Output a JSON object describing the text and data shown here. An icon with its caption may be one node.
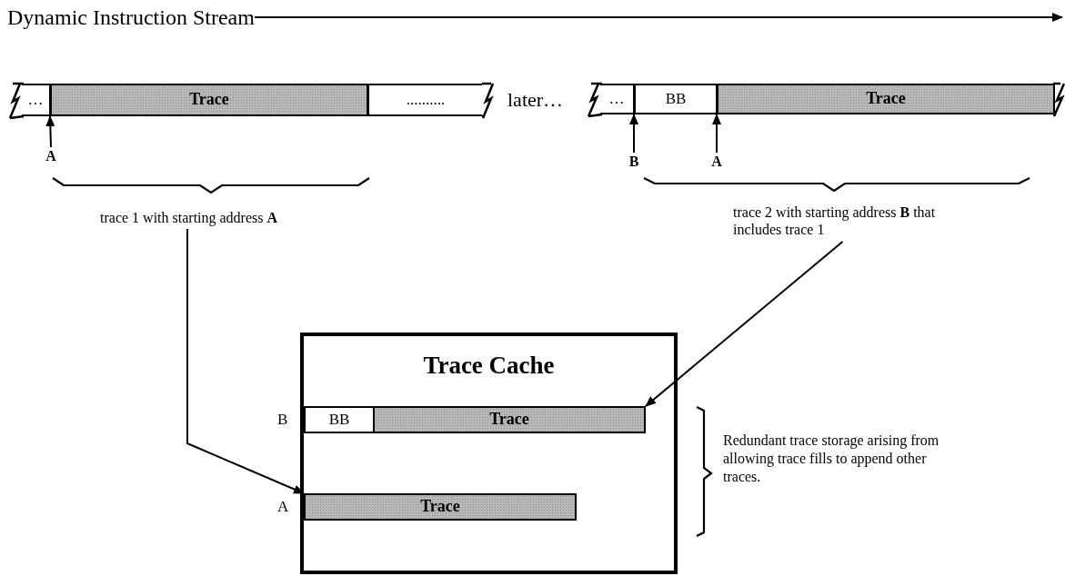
{
  "diagram": {
    "nodes": [
      {
        "text": [
          "Dynamic Instruction Stream"
        ]
      },
      {
        "text": [
          "…"
        ]
      },
      {
        "text": [
          "Trace"
        ]
      },
      {
        "text": [
          ".........."
        ]
      },
      {
        "text": [
          "A"
        ]
      },
      {
        "text": [
          "trace 1 with starting address **A**"
        ]
      },
      {
        "text": [
          "…"
        ]
      },
      {
        "text": [
          "BB"
        ]
      },
      {
        "text": [
          "Trace"
        ]
      },
      {
        "text": [
          "B"
        ]
      },
      {
        "text": [
          "A"
        ]
      },
      {
        "text": [
          "trace 2 with starting address **B** that includes trace 1"
        ]
      },
      {
        "text": [
          "Trace Cache"
        ]
      },
      {
        "text": [
          "BB"
        ],
        "in": 12
      },
      {
        "text": [
          "Trace"
        ],
        "in": 12
      },
      {
        "text": [
          "Trace"
        ],
        "in": 12
      }
    ],
    "edges": [
      {
        "from": 0,
        "to": null,
        "arrow": "to"
      },
      {
        "from": 4,
        "to": 2,
        "arrow": "to"
      },
      {
        "from": 9,
        "to": 7,
        "arrow": "to"
      },
      {
        "from": 10,
        "to": 8,
        "arrow": "to"
      },
      {
        "from": 5,
        "to": 15,
        "arrow": "to"
      },
      {
        "from": 11,
        "to": 14,
        "arrow": "to"
      }
    ],
    "labels": [
      "later…",
      "B",
      "A",
      "Redundant trace storage arising from allowing trace fills to append other traces."
    ]
  }
}
